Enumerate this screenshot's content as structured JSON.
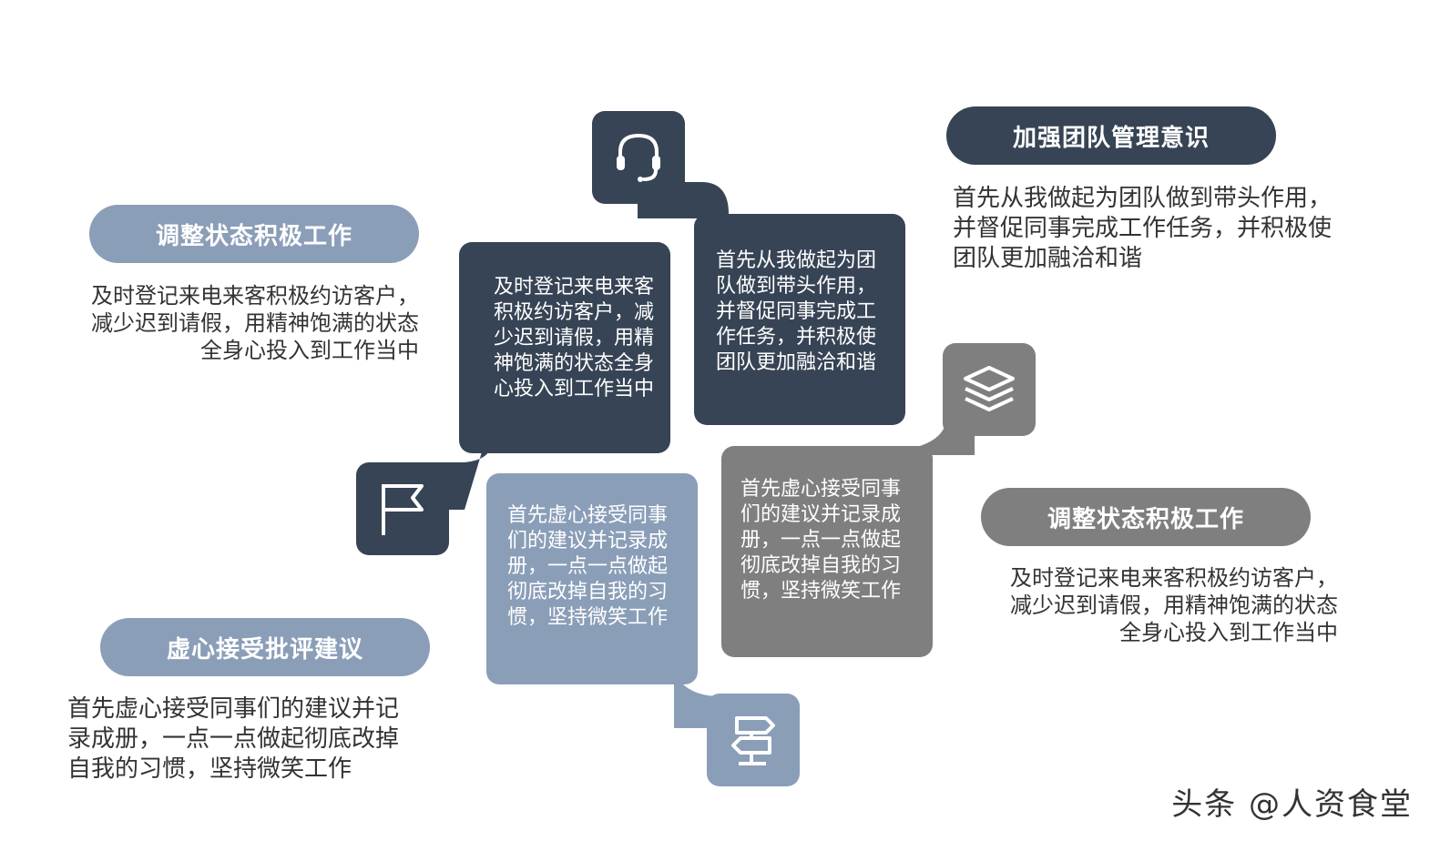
{
  "colors": {
    "dark": "#374455",
    "blue": "#8b9eb8",
    "gray": "#7f7f7f"
  },
  "left_top": {
    "title": "调整状态积极工作",
    "text": "及时登记来电来客积极约访客户，减少迟到请假，用精神饱满的状态全身心投入到工作当中"
  },
  "left_bottom": {
    "title": "虚心接受批评建议",
    "text": "首先虚心接受同事们的建议并记录成册，一点一点做起彻底改掉自我的习惯，坚持微笑工作"
  },
  "right_top": {
    "title": "加强团队管理意识",
    "text": "首先从我做起为团队做到带头作用，并督促同事完成工作任务，并积极使团队更加融洽和谐"
  },
  "right_bottom": {
    "title": "调整状态积极工作",
    "text": "及时登记来电来客积极约访客户，减少迟到请假，用精神饱满的状态全身心投入到工作当中"
  },
  "cards": {
    "top_left": "及时登记来电来客积极约访客户，减少迟到请假，用精神饱满的状态全身心投入到工作当中",
    "top_right": "首先从我做起为团队做到带头作用，并督促同事完成工作任务，并积极使团队更加融洽和谐",
    "bottom_left": "首先虚心接受同事们的建议并记录成册，一点一点做起彻底改掉自我的习惯，坚持微笑工作",
    "bottom_right": "首先虚心接受同事们的建议并记录成册，一点一点做起彻底改掉自我的习惯，坚持微笑工作"
  },
  "icons": {
    "headset": "headset-icon",
    "flag": "flag-icon",
    "layers": "layers-icon",
    "signpost": "signpost-icon"
  },
  "watermark": "头条 @人资食堂"
}
